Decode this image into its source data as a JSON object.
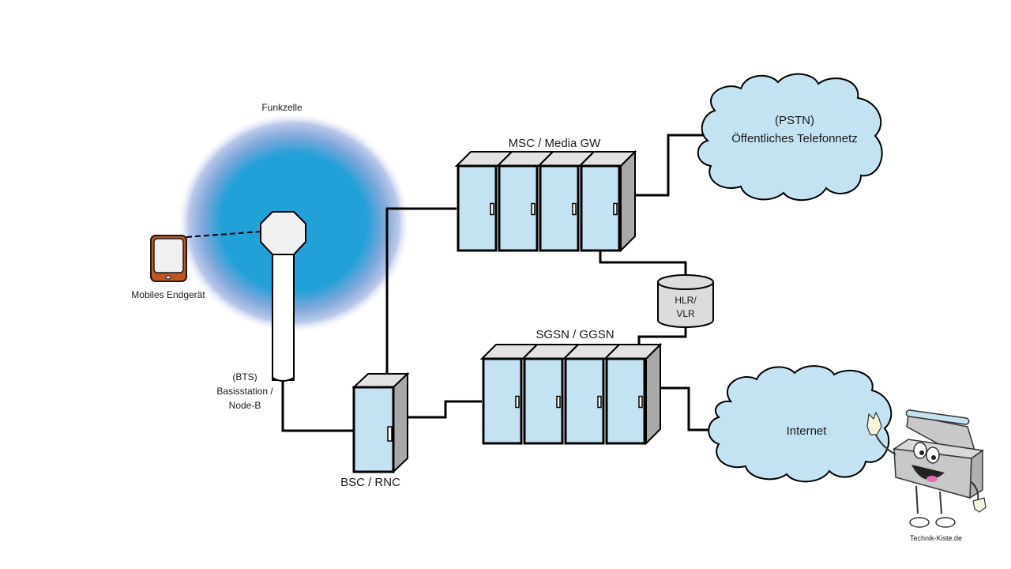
{
  "labels": {
    "cell": "Funkzelle",
    "device": "Mobiles Endgerät",
    "bts_line1": "(BTS)",
    "bts_line2": "Basisstation /",
    "bts_line3": "Node-B",
    "bsc": "BSC / RNC",
    "msc": "MSC / Media GW",
    "sgsn": "SGSN / GGSN",
    "hlr_line1": "HLR/",
    "hlr_line2": "VLR",
    "pstn_line1": "(PSTN)",
    "pstn_line2": "Öffentliches Telefonnetz",
    "internet": "Internet",
    "logo": "Technik-Kiste.de"
  },
  "colors": {
    "cell_core": "#22a0d8",
    "cell_halo": "#8ea6d8",
    "rack_front": "#c3e3f3",
    "rack_top": "#e3e3e3",
    "rack_side": "#a9a9a9",
    "cloud_fill": "#c3e3f3",
    "device_frame": "#c0561e",
    "db_fill": "#dcdcdc"
  },
  "connections": [
    {
      "from": "mobiles-endgeraet",
      "to": "bts",
      "style": "dashed"
    },
    {
      "from": "bts",
      "to": "bsc",
      "style": "solid"
    },
    {
      "from": "bsc",
      "to": "msc",
      "style": "solid"
    },
    {
      "from": "bsc",
      "to": "sgsn",
      "style": "solid"
    },
    {
      "from": "msc",
      "to": "pstn",
      "style": "solid"
    },
    {
      "from": "msc",
      "to": "hlr-vlr",
      "style": "solid"
    },
    {
      "from": "hlr-vlr",
      "to": "sgsn",
      "style": "solid"
    },
    {
      "from": "sgsn",
      "to": "internet",
      "style": "solid"
    }
  ]
}
